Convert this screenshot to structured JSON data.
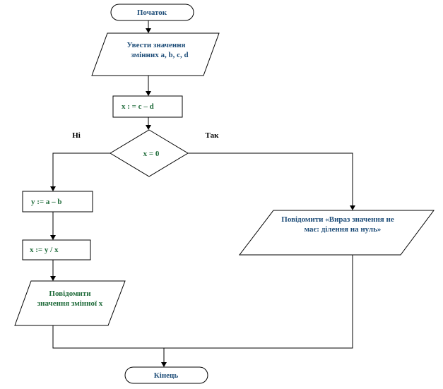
{
  "flowchart": {
    "start": "Початок",
    "input": {
      "line1": "Увести значення",
      "line2": "змінних  a, b, c, d"
    },
    "assign_x": "x : = c – d",
    "condition": "x = 0",
    "branch_no": "Ні",
    "branch_yes": "Так",
    "assign_y": "y := a – b",
    "assign_xy": "x := y / x",
    "output_x": {
      "line1": "Повідомити",
      "line2": "значення змінної x"
    },
    "output_msg": {
      "line1": "Повідомити «Вираз значення не",
      "line2": "має: ділення на нуль»"
    },
    "end": "Кінець"
  }
}
